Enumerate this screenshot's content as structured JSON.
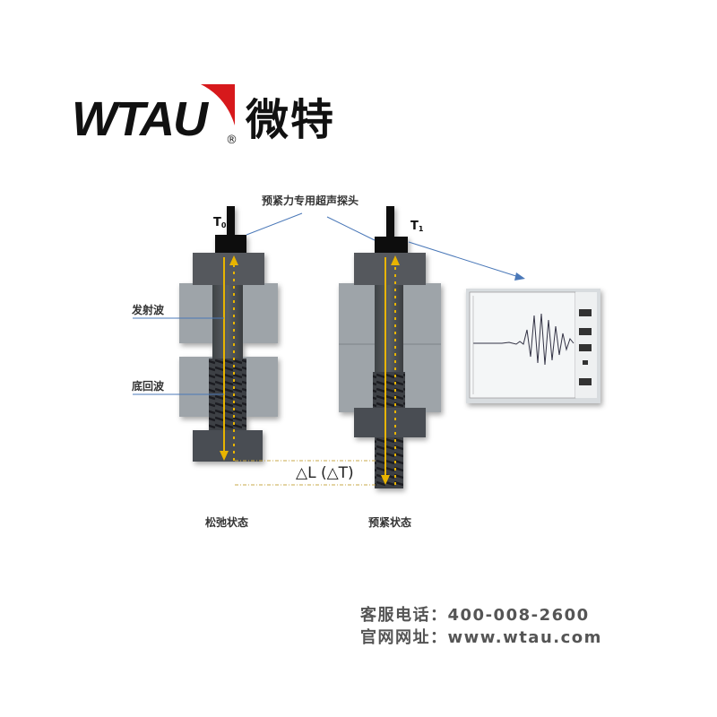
{
  "logo": {
    "brand_en": "WTAU",
    "brand_cn": "微特",
    "registered_mark": "®",
    "accent_color": "#d7191c"
  },
  "diagram": {
    "probe_caption": "预紧力专用超声探头",
    "t0_label": "T",
    "t0_sub": "0",
    "t1_label": "T",
    "t1_sub": "1",
    "emit_wave_label": "发射波",
    "bottom_echo_label": "底回波",
    "delta_label": "△L (△T)",
    "relaxed_caption": "松弛状态",
    "preloaded_caption": "预紧状态",
    "arrow_color": "#e8b400",
    "leader_color": "#4a78b8"
  },
  "contact": {
    "phone_label": "客服电话：",
    "phone": "400-008-2600",
    "website_label": "官网网址：",
    "website": "www.wtau.com"
  }
}
